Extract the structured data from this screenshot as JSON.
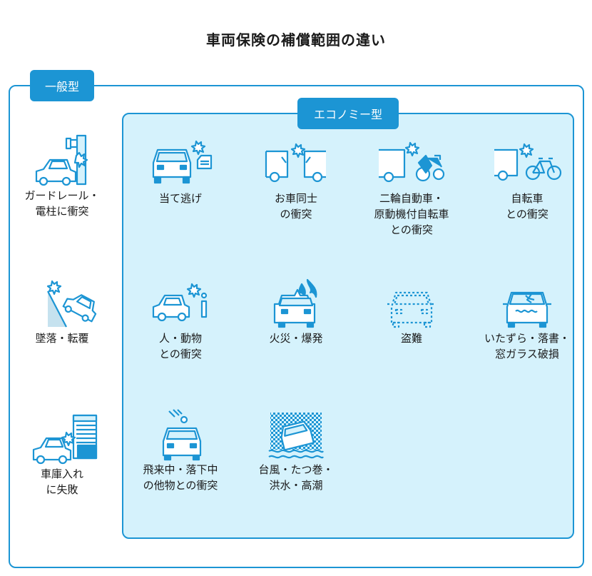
{
  "title": "車両保険の補償範囲の違い",
  "colors": {
    "accent": "#1c95d4",
    "inner_bg": "#d5f2fc",
    "icon_stroke": "#1c95d4"
  },
  "general": {
    "label": "一般型",
    "items": [
      {
        "icon": "car-hits-pole-icon",
        "label": "ガードレール・\n電柱に衝突"
      },
      {
        "icon": "car-falling-icon",
        "label": "墜落・転覆"
      },
      {
        "icon": "car-garage-icon",
        "label": "車庫入れ\nに失敗"
      }
    ]
  },
  "economy": {
    "label": "エコノミー型",
    "items": [
      {
        "icon": "hit-and-run-icon",
        "label": "当て逃げ"
      },
      {
        "icon": "car-collision-icon",
        "label": "お車同士\nの衝突"
      },
      {
        "icon": "motorbike-collision-icon",
        "label": "二輪自動車・\n原動機付自転車\nとの衝突"
      },
      {
        "icon": "bicycle-collision-icon",
        "label": "自転車\nとの衝突"
      },
      {
        "icon": "person-animal-collision-icon",
        "label": "人・動物\nとの衝突"
      },
      {
        "icon": "car-fire-icon",
        "label": "火災・爆発"
      },
      {
        "icon": "car-stolen-icon",
        "label": "盗難"
      },
      {
        "icon": "vandalism-icon",
        "label": "いたずら・落書・\n窓ガラス破損"
      },
      {
        "icon": "falling-object-icon",
        "label": "飛来中・落下中\nの他物との衝突"
      },
      {
        "icon": "flood-icon",
        "label": "台風・たつ巻・\n洪水・高潮"
      }
    ]
  }
}
